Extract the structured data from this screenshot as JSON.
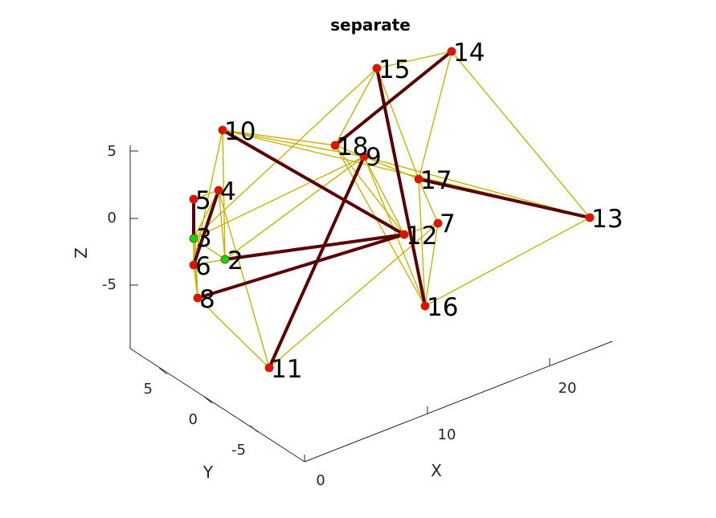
{
  "chart_data": {
    "type": "network-3d",
    "title": "separate",
    "xlabel": "X",
    "ylabel": "Y",
    "zlabel": "Z",
    "x_ticks": [
      "0",
      "10",
      "20"
    ],
    "y_ticks": [
      "5",
      "0",
      "-5"
    ],
    "z_ticks": [
      "5",
      "0",
      "-5"
    ],
    "colors": {
      "thin_edge": "#c8b400",
      "thick_edge": "#5a0000",
      "node_red": "#ff0000",
      "node_green": "#00e000",
      "axis": "#262626"
    },
    "nodes": [
      {
        "id": "2",
        "color": "green"
      },
      {
        "id": "3",
        "color": "green"
      },
      {
        "id": "4",
        "color": "red"
      },
      {
        "id": "5",
        "color": "red"
      },
      {
        "id": "6",
        "color": "red"
      },
      {
        "id": "7",
        "color": "red"
      },
      {
        "id": "8",
        "color": "red"
      },
      {
        "id": "9",
        "color": "red"
      },
      {
        "id": "10",
        "color": "red"
      },
      {
        "id": "11",
        "color": "red"
      },
      {
        "id": "12",
        "color": "red"
      },
      {
        "id": "13",
        "color": "red"
      },
      {
        "id": "14",
        "color": "red"
      },
      {
        "id": "15",
        "color": "red"
      },
      {
        "id": "16",
        "color": "red"
      },
      {
        "id": "17",
        "color": "red"
      },
      {
        "id": "18",
        "color": "red"
      }
    ],
    "thick_edges": [
      [
        "10",
        "12"
      ],
      [
        "12",
        "2"
      ],
      [
        "12",
        "8"
      ],
      [
        "15",
        "16"
      ],
      [
        "14",
        "18"
      ],
      [
        "9",
        "11"
      ],
      [
        "17",
        "13"
      ],
      [
        "5",
        "3"
      ],
      [
        "4",
        "6"
      ]
    ],
    "thin_edges": [
      [
        "15",
        "14"
      ],
      [
        "15",
        "3"
      ],
      [
        "15",
        "17"
      ],
      [
        "15",
        "18"
      ],
      [
        "14",
        "17"
      ],
      [
        "14",
        "13"
      ],
      [
        "14",
        "18"
      ],
      [
        "10",
        "18"
      ],
      [
        "10",
        "13"
      ],
      [
        "10",
        "9"
      ],
      [
        "10",
        "6"
      ],
      [
        "10",
        "2"
      ],
      [
        "18",
        "9"
      ],
      [
        "18",
        "12"
      ],
      [
        "18",
        "16"
      ],
      [
        "9",
        "17"
      ],
      [
        "9",
        "2"
      ],
      [
        "9",
        "12"
      ],
      [
        "9",
        "3"
      ],
      [
        "9",
        "16"
      ],
      [
        "17",
        "7"
      ],
      [
        "17",
        "16"
      ],
      [
        "7",
        "16"
      ],
      [
        "7",
        "12"
      ],
      [
        "13",
        "16"
      ],
      [
        "13",
        "9"
      ],
      [
        "5",
        "4"
      ],
      [
        "5",
        "6"
      ],
      [
        "5",
        "8"
      ],
      [
        "4",
        "11"
      ],
      [
        "4",
        "3"
      ],
      [
        "3",
        "6"
      ],
      [
        "3",
        "8"
      ],
      [
        "2",
        "3"
      ],
      [
        "2",
        "4"
      ],
      [
        "6",
        "8"
      ],
      [
        "8",
        "11"
      ],
      [
        "11",
        "7"
      ],
      [
        "6",
        "2"
      ]
    ]
  }
}
